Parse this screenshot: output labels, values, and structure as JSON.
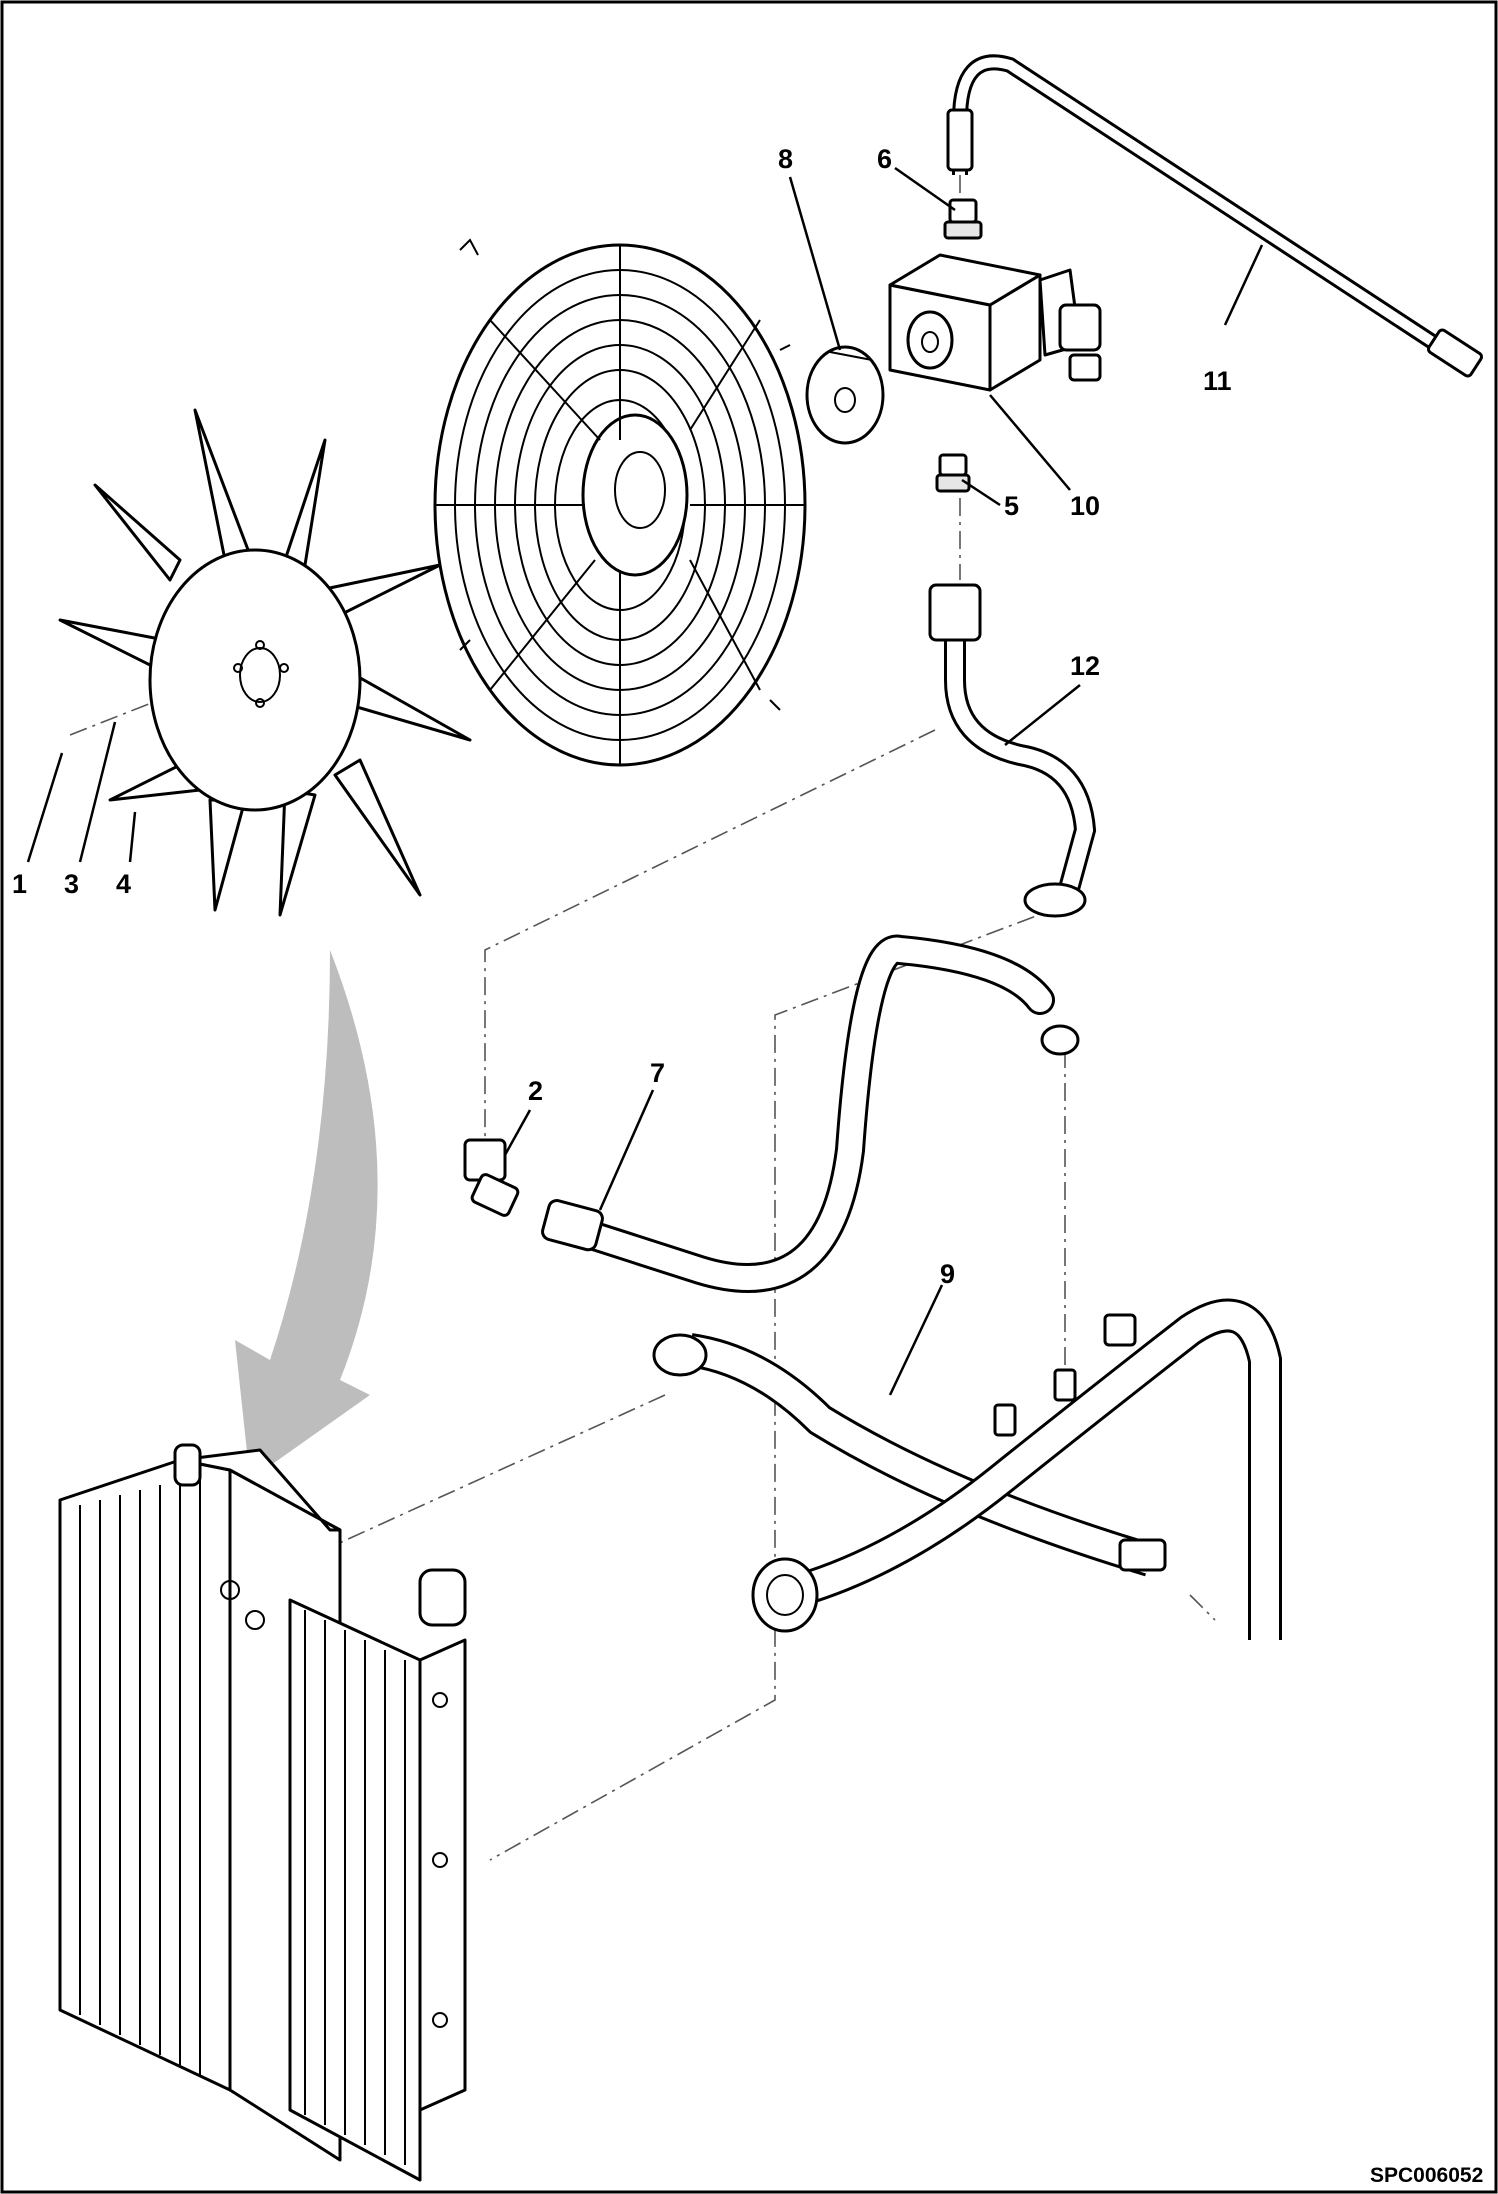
{
  "drawing_code": "SPC006052",
  "callouts": [
    {
      "id": "c1",
      "label": "1"
    },
    {
      "id": "c2",
      "label": "2"
    },
    {
      "id": "c3",
      "label": "3"
    },
    {
      "id": "c4",
      "label": "4"
    },
    {
      "id": "c5",
      "label": "5"
    },
    {
      "id": "c6",
      "label": "6"
    },
    {
      "id": "c7",
      "label": "7"
    },
    {
      "id": "c8",
      "label": "8"
    },
    {
      "id": "c9",
      "label": "9"
    },
    {
      "id": "c10",
      "label": "10"
    },
    {
      "id": "c11",
      "label": "11"
    },
    {
      "id": "c12",
      "label": "12"
    }
  ]
}
